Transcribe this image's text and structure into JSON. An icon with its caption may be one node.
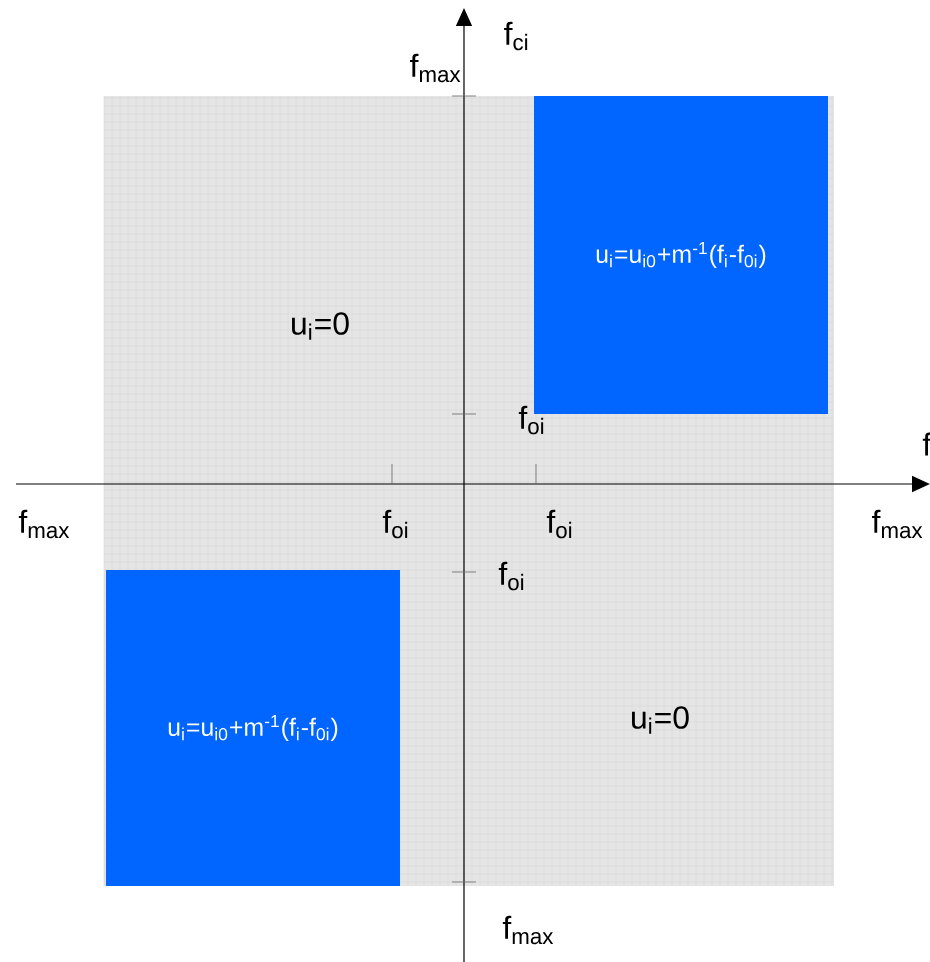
{
  "diagram": {
    "nodes": [
      {
        "text": [
          "u$_{i}$=u$_{i0}$+m$^{-1}$(f$_{i}$-f$_{0i}$)"
        ]
      },
      {
        "text": [
          "u$_{i}$=u$_{i0}$+m$^{-1}$(f$_{i}$-f$_{0i}$)"
        ]
      }
    ],
    "labels": [
      "f$_{ci}$",
      "f$_{max}$",
      "u$_{i}$=0",
      "f$_{oi}$",
      "f",
      "f$_{max}$",
      "f$_{oi}$",
      "f$_{oi}$",
      "f$_{max}$",
      "f$_{oi}$",
      "u$_{i}$=0",
      "f$_{max}$"
    ]
  }
}
